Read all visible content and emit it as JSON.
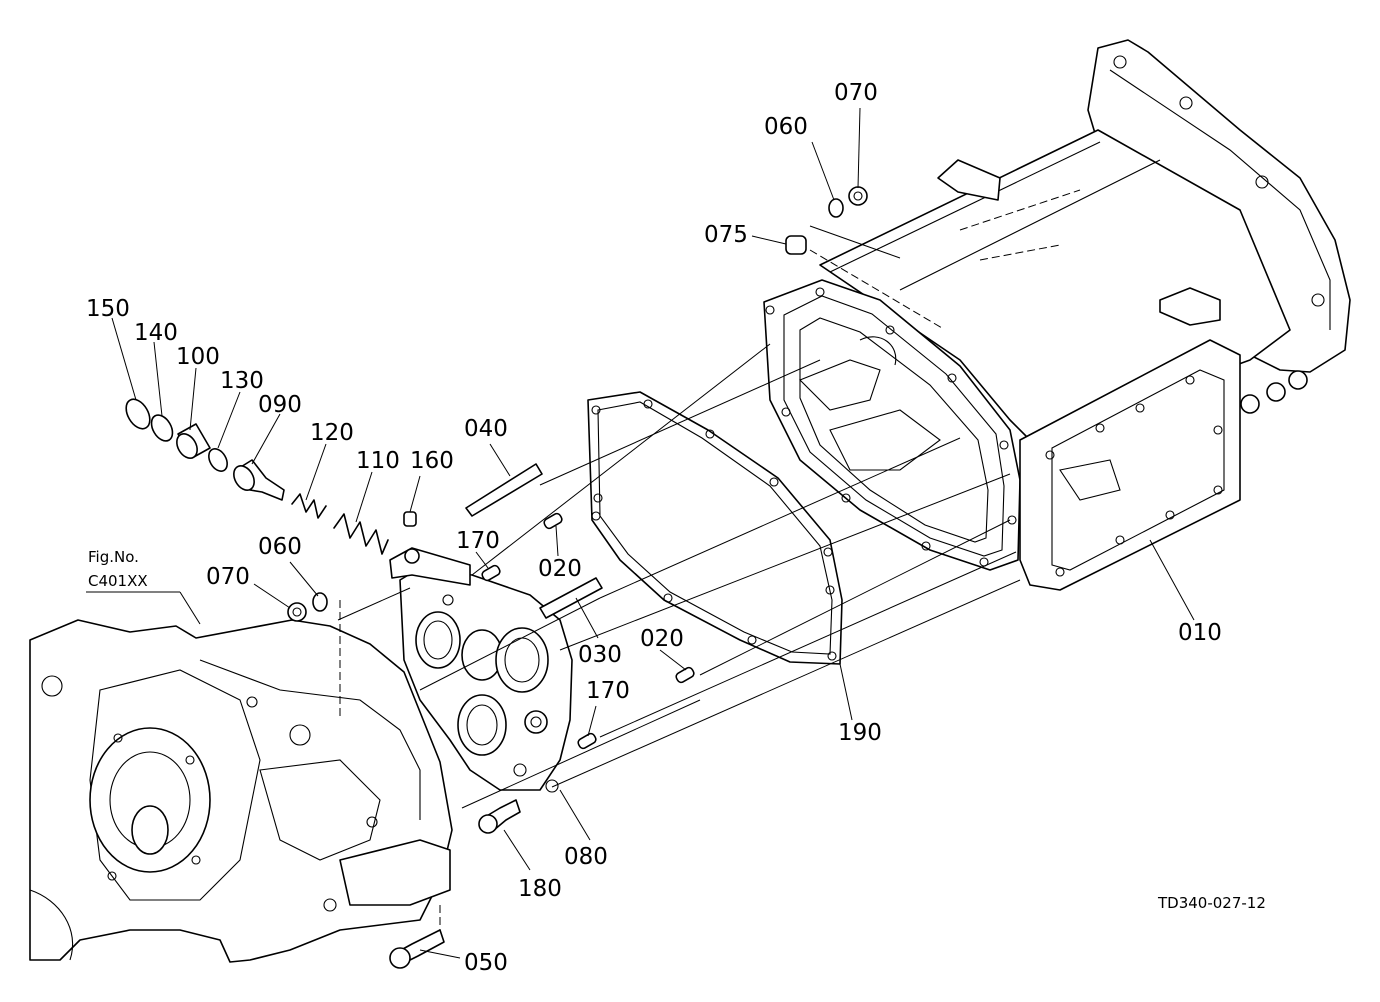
{
  "figure_code": "TD340-027-12",
  "reference": {
    "line1": "Fig.No.",
    "line2": "C401XX"
  },
  "callouts": {
    "p010": "010",
    "p020a": "020",
    "p020b": "020",
    "p030": "030",
    "p040": "040",
    "p050": "050",
    "p060a": "060",
    "p060b": "060",
    "p070a": "070",
    "p070b": "070",
    "p075": "075",
    "p080": "080",
    "p090": "090",
    "p100": "100",
    "p110": "110",
    "p120": "120",
    "p130": "130",
    "p140": "140",
    "p150": "150",
    "p160": "160",
    "p170a": "170",
    "p170b": "170",
    "p180": "180",
    "p190": "190"
  }
}
